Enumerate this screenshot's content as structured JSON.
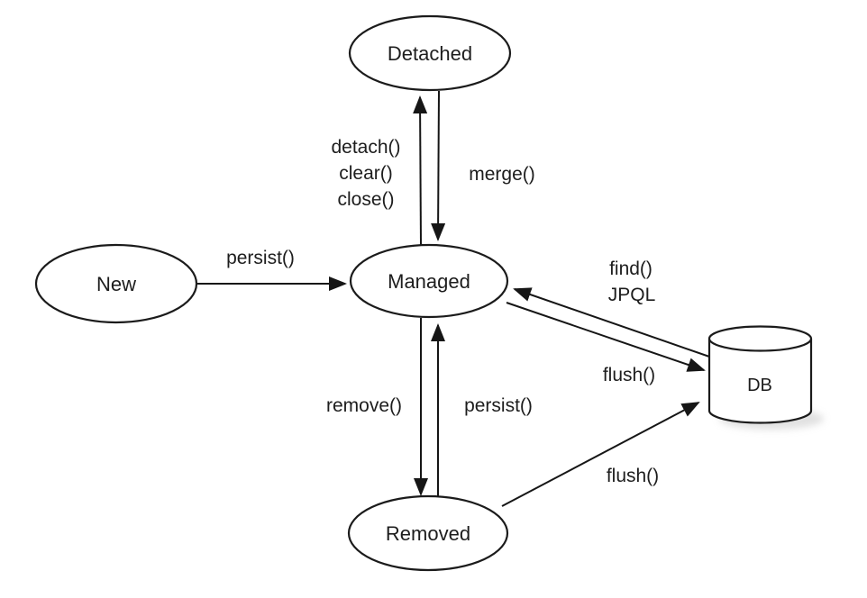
{
  "colors": {
    "ink": "#1b1b1b",
    "background": "#ffffff"
  },
  "nodes": {
    "new": {
      "label": "New",
      "shape": "ellipse"
    },
    "detached": {
      "label": "Detached",
      "shape": "ellipse"
    },
    "managed": {
      "label": "Managed",
      "shape": "ellipse"
    },
    "removed": {
      "label": "Removed",
      "shape": "ellipse"
    },
    "db": {
      "label": "DB",
      "shape": "cylinder"
    }
  },
  "edges": {
    "new_to_managed": {
      "from": "New",
      "to": "Managed",
      "label": "persist()"
    },
    "managed_to_detached": {
      "from": "Managed",
      "to": "Detached",
      "labels": [
        "detach()",
        "clear()",
        "close()"
      ]
    },
    "detached_to_managed": {
      "from": "Detached",
      "to": "Managed",
      "label": "merge()"
    },
    "managed_to_removed": {
      "from": "Managed",
      "to": "Removed",
      "label": "remove()"
    },
    "removed_to_managed": {
      "from": "Removed",
      "to": "Managed",
      "label": "persist()"
    },
    "db_to_managed": {
      "from": "DB",
      "to": "Managed",
      "labels": [
        "find()",
        "JPQL"
      ]
    },
    "managed_to_db": {
      "from": "Managed",
      "to": "DB",
      "label": "flush()"
    },
    "removed_to_db": {
      "from": "Removed",
      "to": "DB",
      "label": "flush()"
    }
  }
}
